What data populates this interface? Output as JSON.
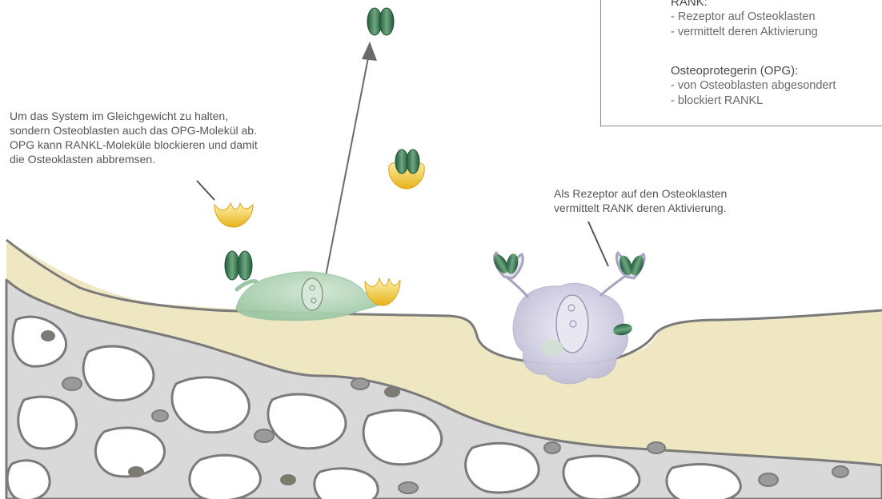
{
  "annotations": {
    "opg_note": [
      "Um das System im Gleichgewicht zu halten,",
      "sondern Osteoblasten auch das OPG-Molekül ab.",
      "OPG kann RANKL-Moleküle blockieren und damit",
      "die Osteoklasten abbremsen."
    ],
    "rank_note": [
      "Als Rezeptor auf den Osteoklasten",
      "vermittelt RANK deren Aktivierung."
    ]
  },
  "legend": {
    "rank": {
      "heading": "RANK:",
      "items": [
        "- Rezeptor auf Osteoklasten",
        "- vermittelt deren Aktivierung"
      ]
    },
    "opg": {
      "heading": "Osteoprotegerin (OPG):",
      "items": [
        "- von Osteoblasten abgesondert",
        "- blockiert RANKL"
      ]
    }
  },
  "colors": {
    "bone_surface": "#efe6c2",
    "bone_outline": "#7a7a7a",
    "spongy_bone": "#d9d9d9",
    "marrow_cavity": "#ffffff",
    "osteoblast": "#b7d6bd",
    "osteoclast": "#d8d6e8",
    "rankl": "#2f6b4a",
    "opg": "#f2c94c",
    "rank": "#c9c7d9"
  }
}
